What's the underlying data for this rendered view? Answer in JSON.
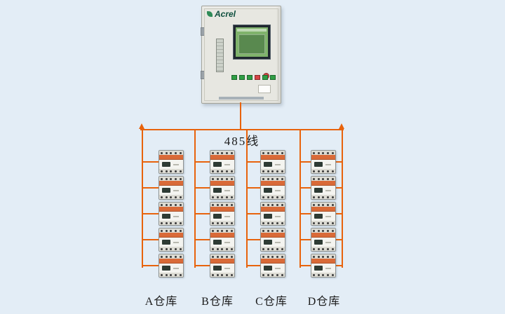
{
  "colors": {
    "background": "#e3edf6",
    "wire": "#e8630c",
    "device_stripe": "#d96a38",
    "cabinet_body": "#e7e7e1",
    "screen": "#7fb36b",
    "brand": "#0e4f3e"
  },
  "cabinet": {
    "brand": "Acrel"
  },
  "bus": {
    "label": "485线"
  },
  "columns": [
    {
      "label": "A仓库"
    },
    {
      "label": "B仓库"
    },
    {
      "label": "C仓库"
    },
    {
      "label": "D仓库"
    }
  ],
  "devices_per_column": 5
}
